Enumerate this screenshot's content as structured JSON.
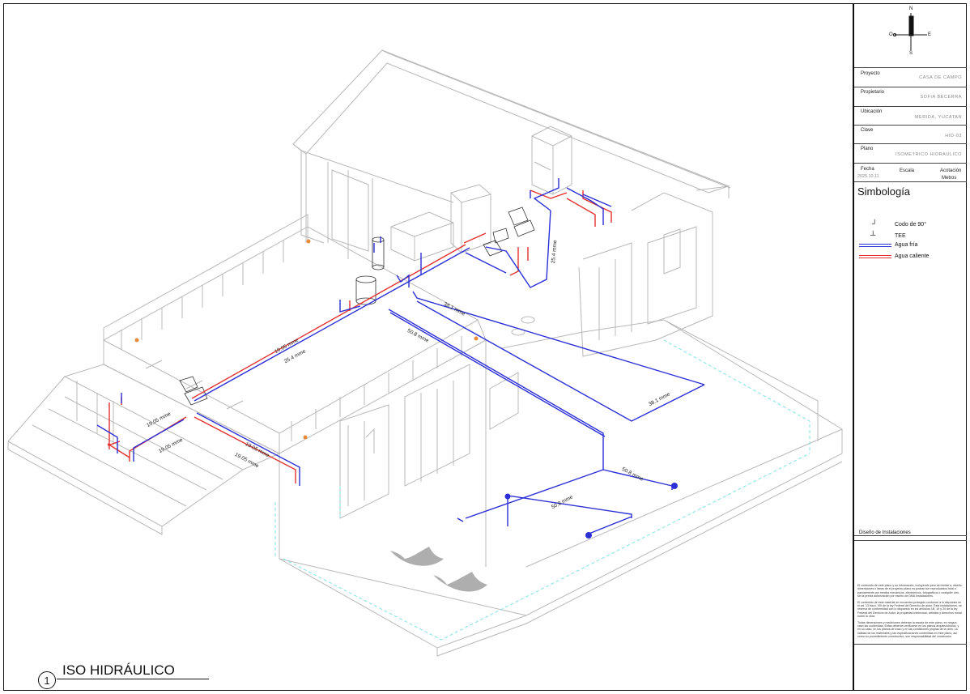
{
  "view": {
    "number": "1",
    "title": "ISO HIDRÁULICO"
  },
  "compass": {
    "n": "N",
    "s": "S",
    "e": "E",
    "o": "O"
  },
  "title_block": {
    "proyecto_label": "Proyecto",
    "proyecto": "CASA DE CAMPO",
    "propietario_label": "Propietario",
    "propietario": "SOFIA BECERRA",
    "ubicacion_label": "Ubicación",
    "ubicacion": "MERIDA, YUCATAN",
    "clave_label": "Clave",
    "clave": "HID-03",
    "plano_label": "Plano",
    "plano": "ISOMETRICO HIDRAULICO",
    "fecha_label": "Fecha",
    "fecha": "2025.10.11",
    "escala_label": "Escala",
    "acotacion_label": "Acotación",
    "acotacion": "Metros",
    "simbologia": "Simbología",
    "disenio": "Diseño de Instalaciones",
    "notes": [
      "El contenido de este plano y su información, incluyendo pero sin limitar a, diseño, dimensiones e ideas de el proyecto plano no podrán ser reproducidos total o parcialmente por medios mecánicos, electrónicos, fotográficos o cualquier otro, sin la previa autorización por escrito de DMA Instalaciones.",
      "El contenido de este material se encuentra protegido conforme a lo dispuesto en el art. 13 fracc. VIII de la ley Federal del Derecho de autor. Esta instalaciones, se reserva de conformidad con lo dispuesto en los artículos 1B, 19 y 20 de la ley Federal del Derecho de Autor, la propiedad intelectual, artística y derechos moral sobre la obra.",
      "Todas dimensiones y mediciones deberán la escala de este plano, en ningún caso las contenidas. Estas deberán verificarse en los planos arquitectónicos, y en su caso, en los planos de trazo y en las condiciones propias de la obra. La calidad de los materiales y las especificaciones contenidas en este plano, así como su procedimiento constructivo, son responsabilidad del constructor."
    ]
  },
  "legend": {
    "codo": "Codo de 90°",
    "tee": "TEE",
    "fria": "Agua fría",
    "caliente": "Agua caliente"
  },
  "colors": {
    "cold": "#2b2fd6",
    "hot": "#e3312f",
    "building": "#b9b9b9",
    "water_edge": "#7fe3e8"
  },
  "dimensions": [
    {
      "id": "d1",
      "text": "19.05 mme"
    },
    {
      "id": "d2",
      "text": "25.4 mme"
    },
    {
      "id": "d3",
      "text": "38.1 mme"
    },
    {
      "id": "d4",
      "text": "50.8 mme"
    },
    {
      "id": "d5",
      "text": "25.4 mme"
    },
    {
      "id": "d6",
      "text": "38.1 mme"
    },
    {
      "id": "d7",
      "text": "50.8 mme"
    },
    {
      "id": "d8",
      "text": "50.8 mme"
    },
    {
      "id": "d9",
      "text": "19.05 mme"
    },
    {
      "id": "d10",
      "text": "19.05 mme"
    },
    {
      "id": "d11",
      "text": "19.05 mme"
    },
    {
      "id": "d12",
      "text": "19.05 mme"
    }
  ]
}
